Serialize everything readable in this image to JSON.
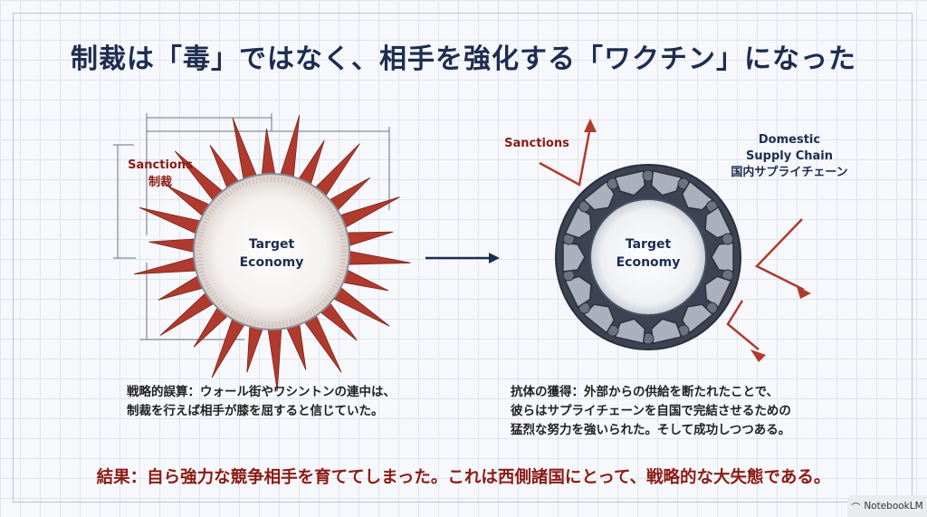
{
  "title": "制裁は「毒」ではなく、相手を強化する「ワクチン」になった",
  "left_panel": {
    "sanctions_label_en": "Sanctions",
    "sanctions_label_ja": "制裁",
    "center_line1": "Target",
    "center_line2": "Economy",
    "caption_line1": "戦略的誤算：ウォール街やワシントンの連中は、",
    "caption_line2": "制裁を行えば相手が膝を屈すると信じていた。"
  },
  "right_panel": {
    "sanctions_label": "Sanctions",
    "domestic_line1": "Domestic",
    "domestic_line2": "Supply Chain",
    "domestic_line3": "国内サプライチェーン",
    "center_line1": "Target",
    "center_line2": "Economy",
    "caption_line1": "抗体の獲得：外部からの供給を断たれたことで、",
    "caption_line2": "彼らはサプライチェーンを自国で完結させるための",
    "caption_line3": "猛烈な努力を強いられた。そして成功しつつある。"
  },
  "conclusion": "結果：自ら強力な競争相手を育ててしまった。これは西側諸国にとって、戦略的な大失態である。",
  "badge": {
    "text": "NotebookLM",
    "icon": "notebooklm-logo-icon"
  },
  "colors": {
    "title": "#1d2d4f",
    "accent_red": "#8b1a14",
    "spike_red": "#b03a2e",
    "navy": "#1d2d4f"
  }
}
